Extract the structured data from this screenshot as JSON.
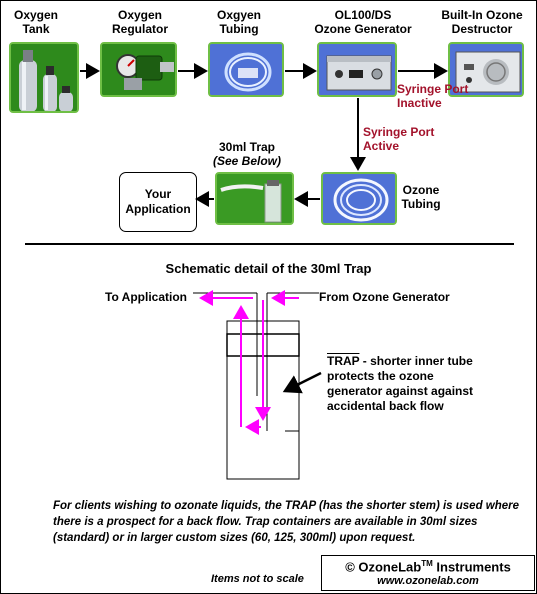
{
  "flow": {
    "oxygen_tank": "Oxygen Tank",
    "oxygen_regulator": "Oxygen Regulator",
    "oxygen_tubing": "Oxgyen Tubing",
    "generator_model": "OL100/DS",
    "generator_name": "Ozone Generator",
    "destructor": "Built-In Ozone Destructor",
    "syringe_inactive": "Syringe Port Inactive",
    "syringe_active": "Syringe Port Active",
    "trap_title": "30ml Trap",
    "trap_subtitle": "(See Below)",
    "your_application": "Your Application",
    "ozone_tubing": "Ozone Tubing"
  },
  "schematic": {
    "title": "Schematic detail of the 30ml Trap",
    "to_application": "To Application",
    "from_generator": "From Ozone Generator",
    "trap_word": "TRAP",
    "trap_description": " - shorter inner tube protects the ozone generator against against accidental back flow"
  },
  "footer": {
    "note": "For clients wishing to ozonate liquids, the TRAP (has the shorter stem) is used where there is a prospect for a back flow. Trap containers are available in 30ml sizes (standard) or in larger custom sizes (60, 125, 300ml) upon request.",
    "scale": "Items not to scale",
    "brand_prefix": "© OzoneLab",
    "brand_tm": "TM",
    "brand_suffix": " Instruments",
    "url": "www.ozonelab.com"
  },
  "colors": {
    "tile_border": "#6fbf45",
    "inactive_label": "#a3122b",
    "flow_arrow": "#ff00ff",
    "panel": "#4f71d6"
  },
  "icons": [
    "oxygen-tank-icon",
    "oxygen-regulator-icon",
    "oxygen-tubing-icon",
    "ozone-generator-icon",
    "ozone-destructor-icon",
    "trap-bottle-icon",
    "ozone-tubing-icon"
  ]
}
